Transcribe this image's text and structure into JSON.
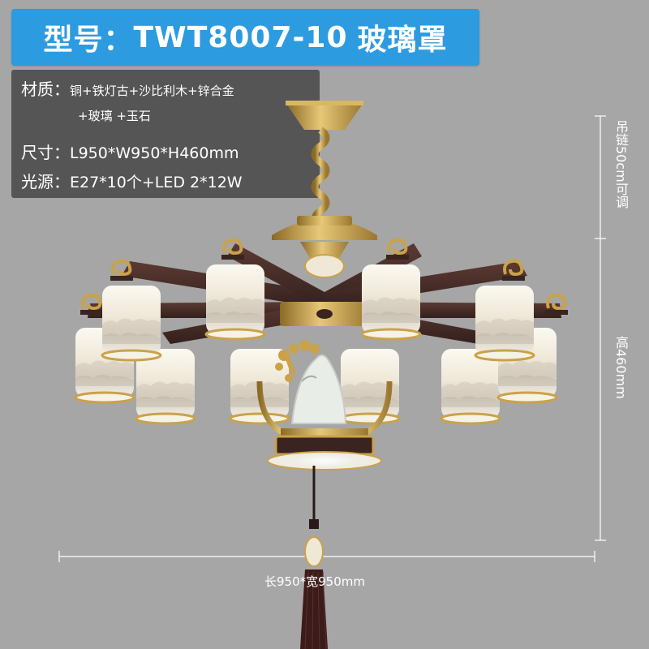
{
  "header": {
    "model_label": "型号：",
    "model_number": "TWT8007-10",
    "model_suffix": "玻璃罩"
  },
  "specs": {
    "material_label": "材质：",
    "material_line1": "铜+铁灯古+沙比利木+锌合金",
    "material_line2": "+玻璃 +玉石",
    "size_label": "尺寸：",
    "size_value": "L950*W950*H460mm",
    "light_label": "光源：",
    "light_value": "E27*10个+LED 2*12W"
  },
  "dimensions": {
    "chain_length": "吊链50cm可调",
    "height": "高460mm",
    "width": "长950*宽950mm"
  },
  "colors": {
    "background": "#a6a6a6",
    "banner": "#2d9be0",
    "panel": "#555555",
    "brass": "#c9a24a",
    "wood": "#4a2b26"
  }
}
